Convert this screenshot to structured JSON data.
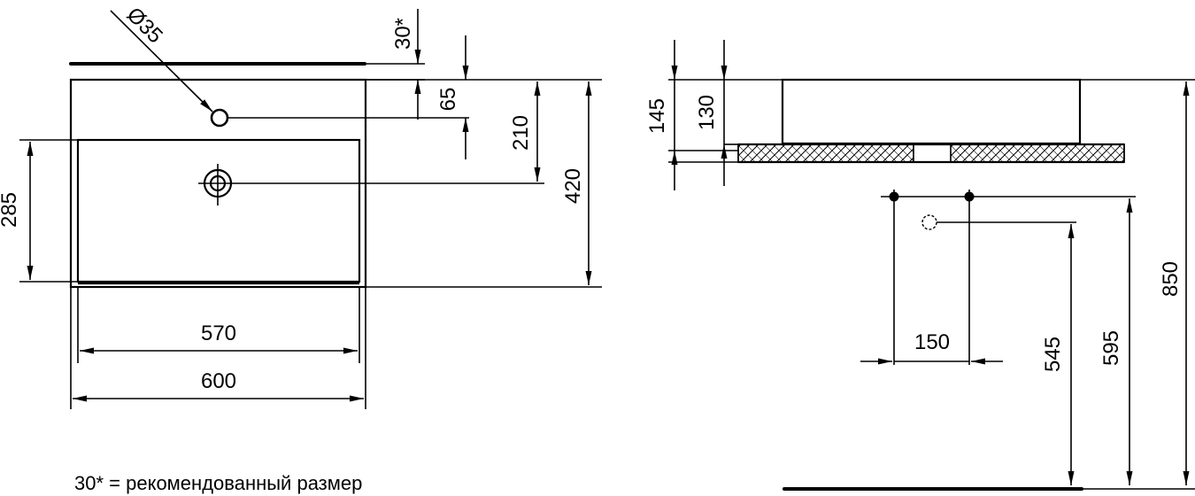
{
  "diagram": {
    "top_view": {
      "dim_hole_diameter": "Ø35",
      "dim_recommended_gap": "30*",
      "dim_tap_hole_offset": "65",
      "dim_drain_offset": "210",
      "dim_total_depth": "420",
      "dim_bowl_depth": "285",
      "dim_bowl_width": "570",
      "dim_total_width": "600"
    },
    "side_view": {
      "dim_total_height": "145",
      "dim_bowl_height": "130",
      "dim_mount_height": "850"
    },
    "install_view": {
      "dim_bracket_spacing": "150",
      "dim_drain_height": "545",
      "dim_bracket_height": "595"
    },
    "footnote": "30* = рекомендованный размер"
  }
}
